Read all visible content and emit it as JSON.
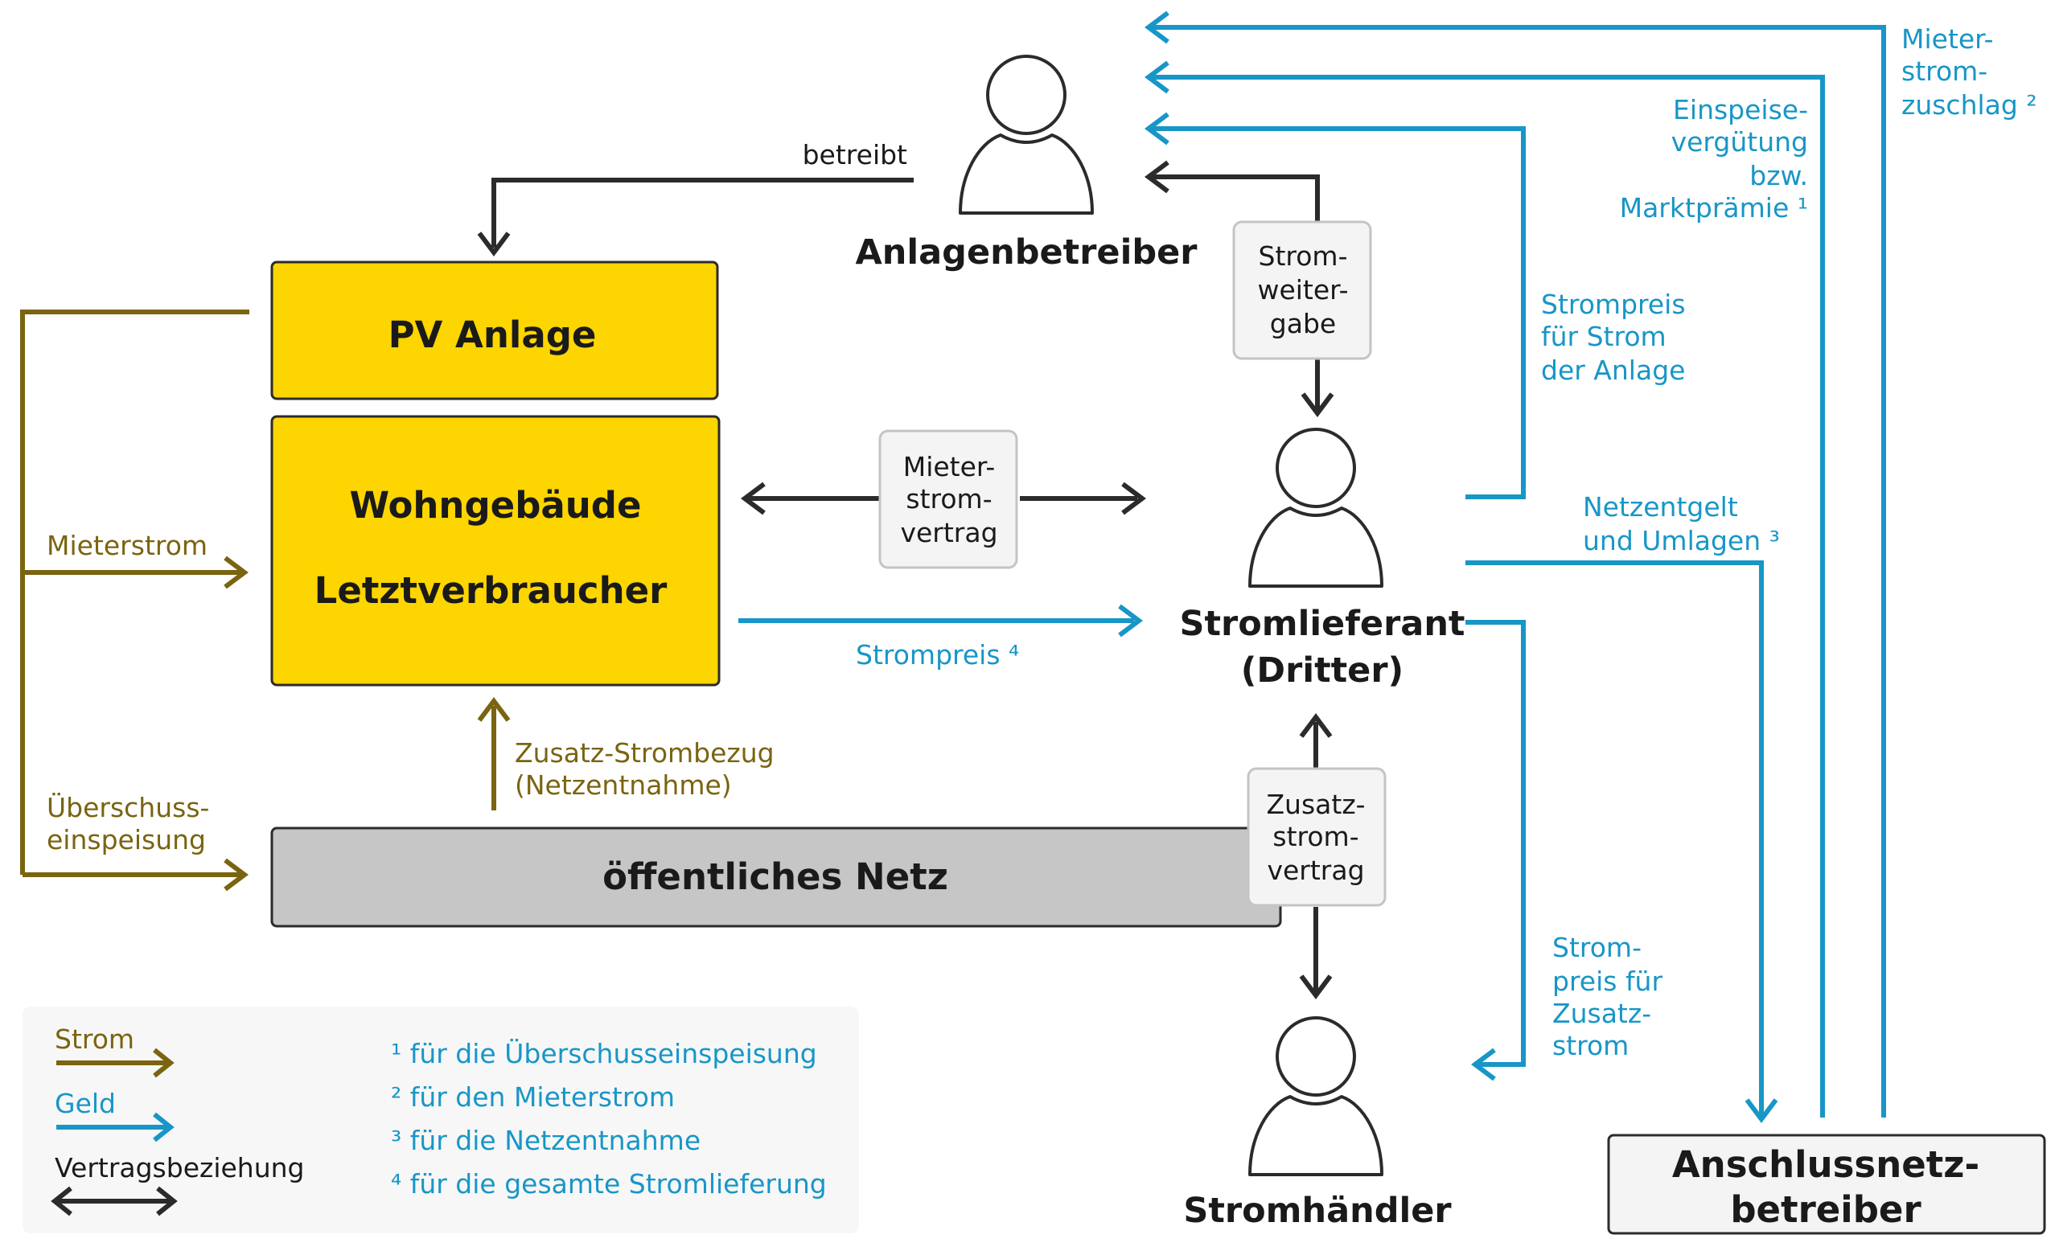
{
  "colors": {
    "strom": "#7a6410",
    "geld": "#1896c7",
    "vertrag": "#2b2b2b",
    "pv_fill": "#fdd500",
    "netz_fill": "#c6c6c6",
    "contract_fill": "#f4f4f4"
  },
  "icons": [
    "person-icon"
  ],
  "boxes": {
    "pv_anlage": "PV Anlage",
    "wohngebaeude_line1": "Wohngebäude",
    "wohngebaeude_line2": "Letztverbraucher",
    "netz": "öffentliches Netz",
    "anschlussnetz_line1": "Anschlussnetz-",
    "anschlussnetz_line2": "betreiber"
  },
  "actors": {
    "anlagenbetreiber": "Anlagenbetreiber",
    "stromlieferant_line1": "Stromlieferant",
    "stromlieferant_line2": "(Dritter)",
    "stromhaendler": "Stromhändler"
  },
  "contracts": {
    "stromweitergabe": [
      "Strom-",
      "weiter-",
      "gabe"
    ],
    "mieterstromvertrag": [
      "Mieter-",
      "strom-",
      "vertrag"
    ],
    "zusatzstromvertrag": [
      "Zusatz-",
      "strom-",
      "vertrag"
    ]
  },
  "labels": {
    "betreibt": "betreibt",
    "mieterstrom": "Mieterstrom",
    "ueberschuss": [
      "Überschuss-",
      "einspeisung"
    ],
    "zusatzbezug": [
      "Zusatz-Strombezug",
      "(Netzentnahme)"
    ],
    "strompreis4": "Strompreis ⁴",
    "strompreis_anlage": [
      "Strompreis",
      "für Strom",
      "der Anlage"
    ],
    "netzentgelt": [
      "Netzentgelt",
      "und Umlagen ³"
    ],
    "strompreis_zusatz": [
      "Strom-",
      "preis für",
      "Zusatz-",
      "strom"
    ],
    "einspeiseverguetung": [
      "Einspeise-",
      "vergütung",
      "bzw.",
      "Marktprämie ¹"
    ],
    "mieterstromzuschlag": [
      "Mieter-",
      "strom-",
      "zuschlag ²"
    ]
  },
  "legend": {
    "strom": "Strom",
    "geld": "Geld",
    "vertrag": "Vertragsbeziehung",
    "notes": [
      "¹ für die Überschusseinspeisung",
      "² für den Mieterstrom",
      "³ für die Netzentnahme",
      "⁴ für die gesamte Stromlieferung"
    ]
  }
}
